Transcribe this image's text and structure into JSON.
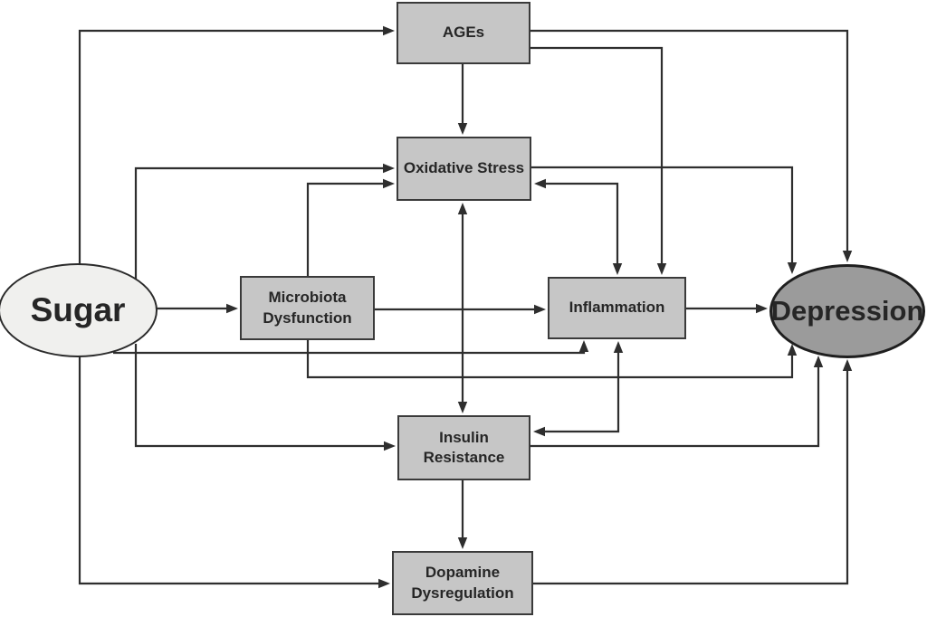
{
  "diagram": {
    "colors": {
      "background": "#ffffff",
      "node_fill": "#c6c6c6",
      "node_border": "#3a3a3a",
      "sugar_fill": "#f0f0ee",
      "depression_fill": "#9b9b9b",
      "line": "#2e2e2e",
      "text": "#262626"
    },
    "nodes": {
      "sugar": {
        "label": "Sugar",
        "shape": "ellipse"
      },
      "ages": {
        "label": "AGEs",
        "shape": "rect"
      },
      "oxidative": {
        "label": "Oxidative Stress",
        "shape": "rect"
      },
      "microbiota": {
        "label": "Microbiota Dysfunction",
        "shape": "rect"
      },
      "inflammation": {
        "label": "Inflammation",
        "shape": "rect"
      },
      "insulin": {
        "label": "Insulin Resistance",
        "shape": "rect"
      },
      "dopamine": {
        "label": "Dopamine Dysregulation",
        "shape": "rect"
      },
      "depression": {
        "label": "Depression",
        "shape": "ellipse"
      }
    },
    "edges": [
      {
        "from": "sugar",
        "to": "ages",
        "bidirectional": false
      },
      {
        "from": "sugar",
        "to": "oxidative",
        "bidirectional": false
      },
      {
        "from": "sugar",
        "to": "microbiota",
        "bidirectional": false
      },
      {
        "from": "sugar",
        "to": "inflammation",
        "bidirectional": false
      },
      {
        "from": "sugar",
        "to": "insulin",
        "bidirectional": false
      },
      {
        "from": "sugar",
        "to": "dopamine",
        "bidirectional": false
      },
      {
        "from": "ages",
        "to": "oxidative",
        "bidirectional": false
      },
      {
        "from": "ages",
        "to": "inflammation",
        "bidirectional": false
      },
      {
        "from": "ages",
        "to": "depression",
        "bidirectional": false
      },
      {
        "from": "microbiota",
        "to": "oxidative",
        "bidirectional": false
      },
      {
        "from": "microbiota",
        "to": "inflammation",
        "bidirectional": false
      },
      {
        "from": "microbiota",
        "to": "depression",
        "bidirectional": false
      },
      {
        "from": "oxidative",
        "to": "inflammation",
        "bidirectional": true
      },
      {
        "from": "oxidative",
        "to": "insulin",
        "bidirectional": true
      },
      {
        "from": "oxidative",
        "to": "depression",
        "bidirectional": false
      },
      {
        "from": "inflammation",
        "to": "insulin",
        "bidirectional": true
      },
      {
        "from": "inflammation",
        "to": "depression",
        "bidirectional": false
      },
      {
        "from": "insulin",
        "to": "dopamine",
        "bidirectional": false
      },
      {
        "from": "insulin",
        "to": "depression",
        "bidirectional": false
      },
      {
        "from": "dopamine",
        "to": "depression",
        "bidirectional": false
      }
    ]
  }
}
